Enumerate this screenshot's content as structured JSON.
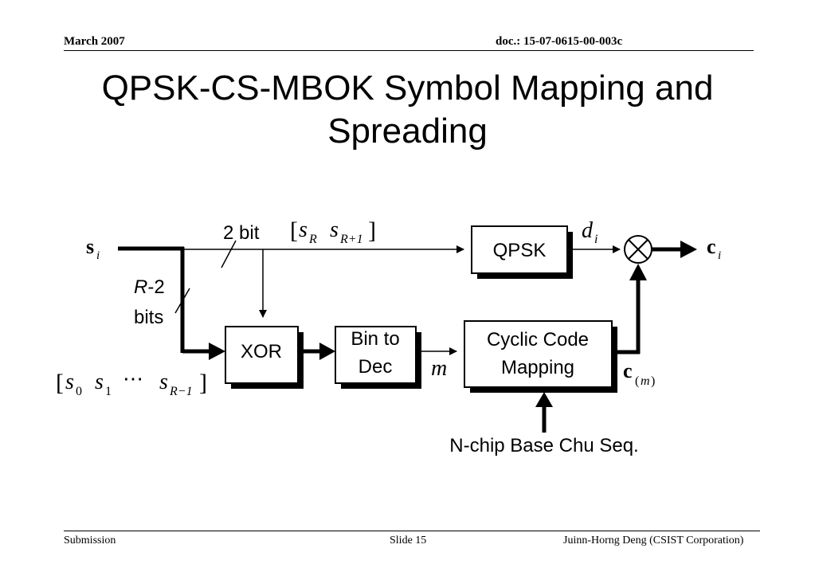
{
  "header": {
    "date": "March 2007",
    "doc": "doc.: 15-07-0615-00-003c"
  },
  "title": {
    "line1": "QPSK-CS-MBOK Symbol Mapping and",
    "line2": "Spreading"
  },
  "diagram": {
    "input_symbol": "s",
    "input_sub": "i",
    "label_2bit": "2 bit",
    "label_r": "R",
    "label_minus2": "-2",
    "label_bits": "bits",
    "vec_top": {
      "open": "[",
      "s1": "s",
      "s1_sub": "R",
      "s2": "s",
      "s2_sub": "R+1",
      "close": "]"
    },
    "vec_bottom": {
      "open": "[",
      "s0": "s",
      "s0_sub": "0",
      "s1": "s",
      "s1_sub": "1",
      "dots": "⋯",
      "s2": "s",
      "s2_sub": "R−1",
      "close": "]"
    },
    "blocks": {
      "qpsk": "QPSK",
      "xor": "XOR",
      "bintodec_line1": "Bin to",
      "bintodec_line2": "Dec",
      "cyclic_line1": "Cyclic Code",
      "cyclic_line2": "Mapping"
    },
    "d": "d",
    "d_sub": "i",
    "m": "m",
    "c_out": "c",
    "c_out_sub": "i",
    "cm": "c",
    "cm_open": "(",
    "cm_sub": "m",
    "cm_close": ")",
    "chu_label": "N-chip Base Chu Seq."
  },
  "footer": {
    "left": "Submission",
    "center": "Slide 15",
    "right": "Juinn-Horng Deng (CSIST Corporation)"
  }
}
